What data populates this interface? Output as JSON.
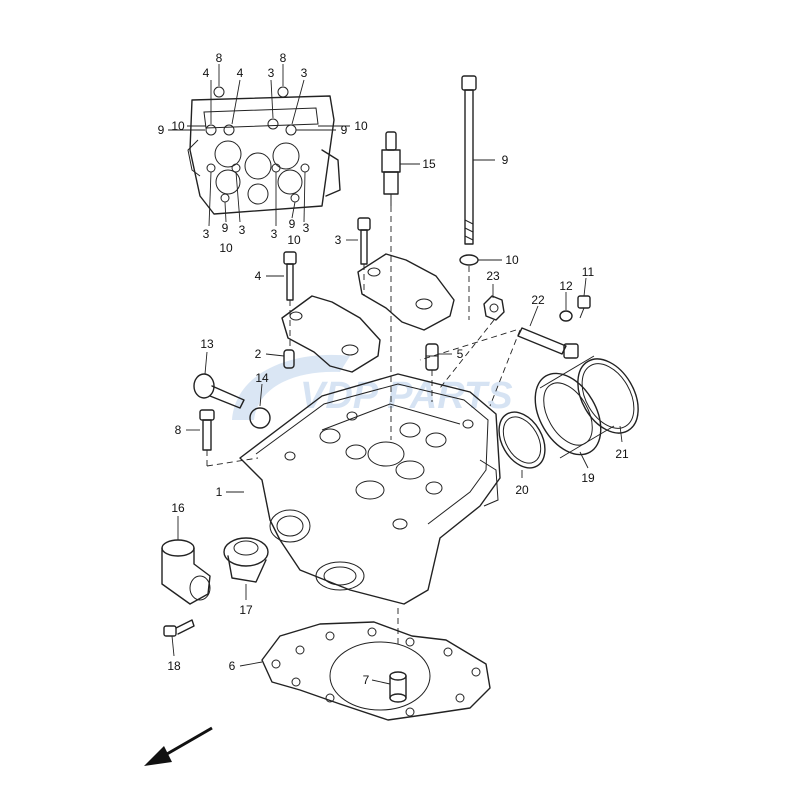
{
  "diagram": {
    "watermark": "VDP PARTS",
    "callouts": [
      "1",
      "2",
      "3",
      "4",
      "5",
      "6",
      "7",
      "8",
      "9",
      "10",
      "11",
      "12",
      "13",
      "14",
      "15",
      "16",
      "17",
      "18",
      "19",
      "20",
      "21",
      "22",
      "23"
    ],
    "direction_indicator": "front-arrow"
  }
}
